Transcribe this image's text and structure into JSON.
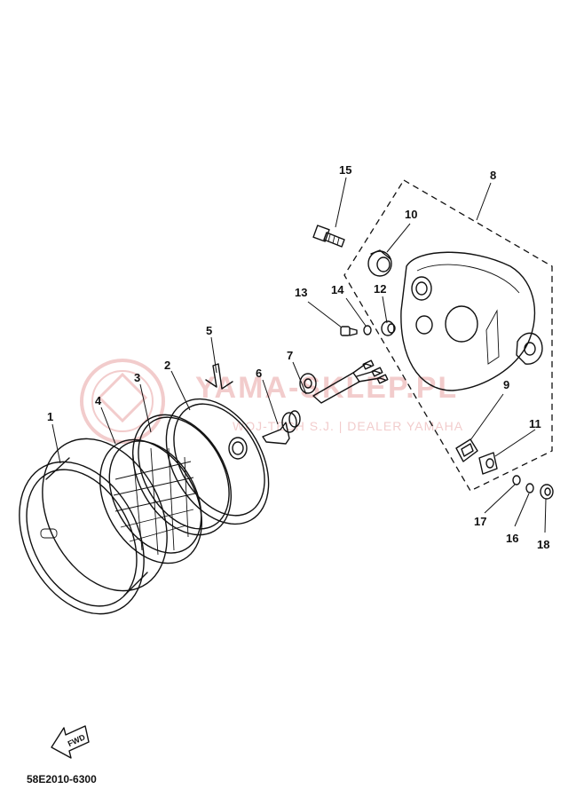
{
  "callouts": {
    "c1": "1",
    "c2": "2",
    "c3": "3",
    "c4": "4",
    "c5": "5",
    "c6": "6",
    "c7": "7",
    "c8": "8",
    "c9": "9",
    "c10": "10",
    "c11": "11",
    "c12": "12",
    "c13": "13",
    "c14": "14",
    "c15": "15",
    "c16": "16",
    "c17": "17",
    "c18": "18"
  },
  "watermark": {
    "main": "YAMA-SKLEP.PL",
    "sub": "WOJ-TECH S.J. | DEALER YAMAHA",
    "color": "#e8a4a4"
  },
  "fwd_label": "FWD",
  "diagram_code": "58E2010-6300"
}
